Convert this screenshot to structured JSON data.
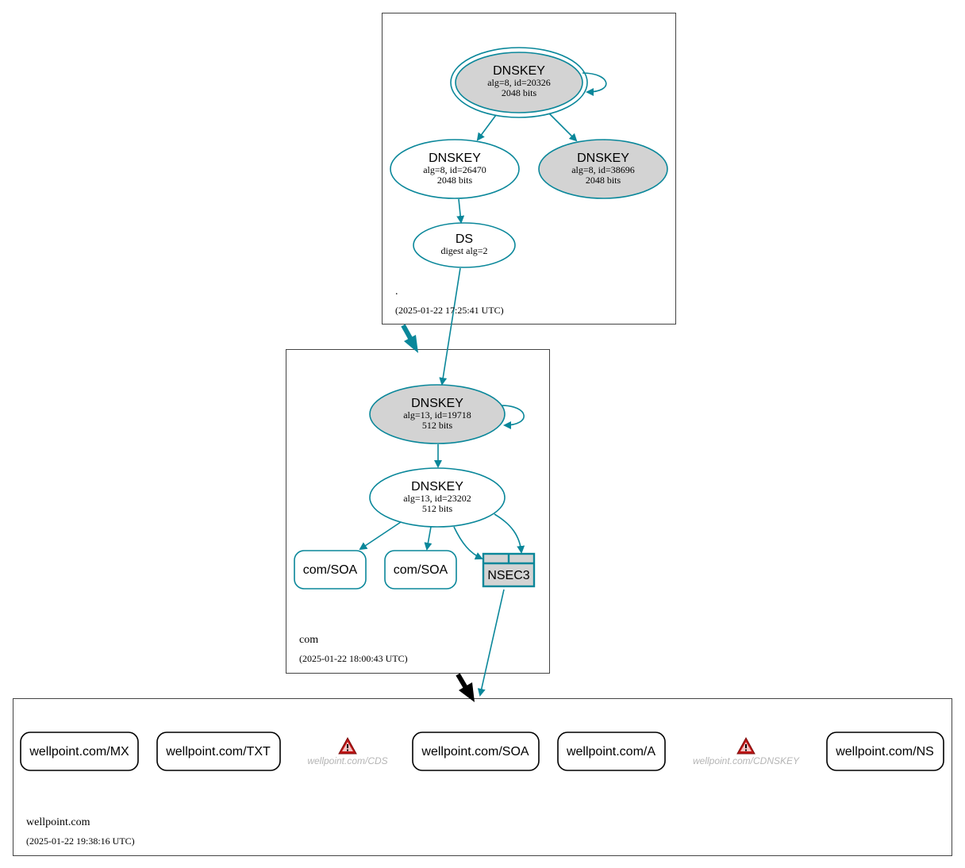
{
  "colors": {
    "edge": "#0a879a",
    "gray_fill": "#d3d3d3",
    "cluster_border": "#444444",
    "delegation_secure": "#0a879a",
    "delegation_insecure": "#000000",
    "warning_red": "#be1515",
    "ghost_text": "#b5b5b5"
  },
  "zones": {
    "root": {
      "name": ".",
      "timestamp": "(2025-01-22 17:25:41 UTC)",
      "ksk": {
        "title": "DNSKEY",
        "line1": "alg=8, id=20326",
        "line2": "2048 bits"
      },
      "zsk": {
        "title": "DNSKEY",
        "line1": "alg=8, id=26470",
        "line2": "2048 bits"
      },
      "ksk2": {
        "title": "DNSKEY",
        "line1": "alg=8, id=38696",
        "line2": "2048 bits"
      },
      "ds": {
        "title": "DS",
        "line1": "digest alg=2"
      }
    },
    "com": {
      "name": "com",
      "timestamp": "(2025-01-22 18:00:43 UTC)",
      "ksk": {
        "title": "DNSKEY",
        "line1": "alg=13, id=19718",
        "line2": "512 bits"
      },
      "zsk": {
        "title": "DNSKEY",
        "line1": "alg=13, id=23202",
        "line2": "512 bits"
      },
      "soa1": "com/SOA",
      "soa2": "com/SOA",
      "nsec3": "NSEC3"
    },
    "wellpoint": {
      "name": "wellpoint.com",
      "timestamp": "(2025-01-22 19:38:16 UTC)",
      "records": {
        "mx": "wellpoint.com/MX",
        "txt": "wellpoint.com/TXT",
        "cds": "wellpoint.com/CDS",
        "soa": "wellpoint.com/SOA",
        "a": "wellpoint.com/A",
        "cdnskey": "wellpoint.com/CDNSKEY",
        "ns": "wellpoint.com/NS"
      },
      "warning_icon": "warning-triangle-icon"
    }
  }
}
